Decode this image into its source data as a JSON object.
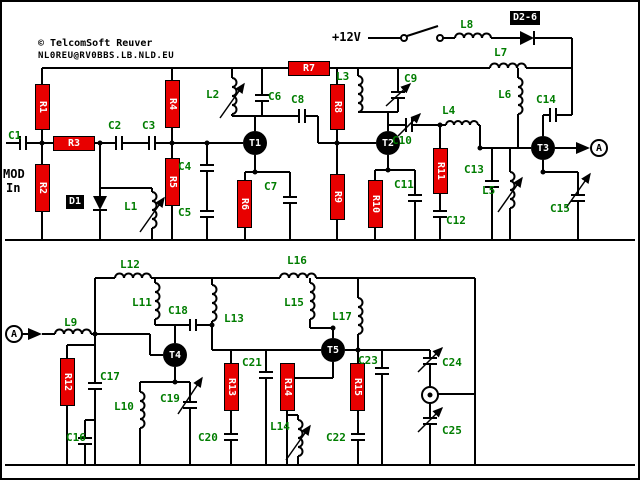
{
  "header": {
    "copyright": "© TelcomSoft Reuver",
    "address": "NL0REU@RV0BBS.LB.NLD.EU"
  },
  "power": {
    "label": "+12V"
  },
  "mod_input": {
    "line1": "MOD",
    "line2": "In"
  },
  "connector": {
    "label": "A"
  },
  "transistors": {
    "t1": "T1",
    "t2": "T2",
    "t3": "T3",
    "t4": "T4",
    "t5": "T5"
  },
  "diodes": {
    "d1": "D1",
    "d2_6": "D2-6"
  },
  "resistors": {
    "r1": "R1",
    "r2": "R2",
    "r3": "R3",
    "r4": "R4",
    "r5": "R5",
    "r6": "R6",
    "r7": "R7",
    "r8": "R8",
    "r9": "R9",
    "r10": "R10",
    "r11": "R11",
    "r12": "R12",
    "r13": "R13",
    "r14": "R14",
    "r15": "R15"
  },
  "capacitors": {
    "c1": "C1",
    "c2": "C2",
    "c3": "C3",
    "c4": "C4",
    "c5": "C5",
    "c6": "C6",
    "c7": "C7",
    "c8": "C8",
    "c9": "C9",
    "c10": "C10",
    "c11": "C11",
    "c12": "C12",
    "c13": "C13",
    "c14": "C14",
    "c15": "C15",
    "c16": "C16",
    "c17": "C17",
    "c18": "C18",
    "c19": "C19",
    "c20": "C20",
    "c21": "C21",
    "c22": "C22",
    "c23": "C23",
    "c24": "C24",
    "c25": "C25"
  },
  "inductors": {
    "l1": "L1",
    "l2": "L2",
    "l3": "L3",
    "l4": "L4",
    "l5": "L5",
    "l6": "L6",
    "l7": "L7",
    "l8": "L8",
    "l9": "L9",
    "l10": "L10",
    "l11": "L11",
    "l12": "L12",
    "l13": "L13",
    "l14": "L14",
    "l15": "L15",
    "l16": "L16",
    "l17": "L17"
  },
  "colors": {
    "wire": "#000000",
    "resistor_fill": "#e80000",
    "component_label": "#007d00",
    "background": "#ffffff"
  }
}
